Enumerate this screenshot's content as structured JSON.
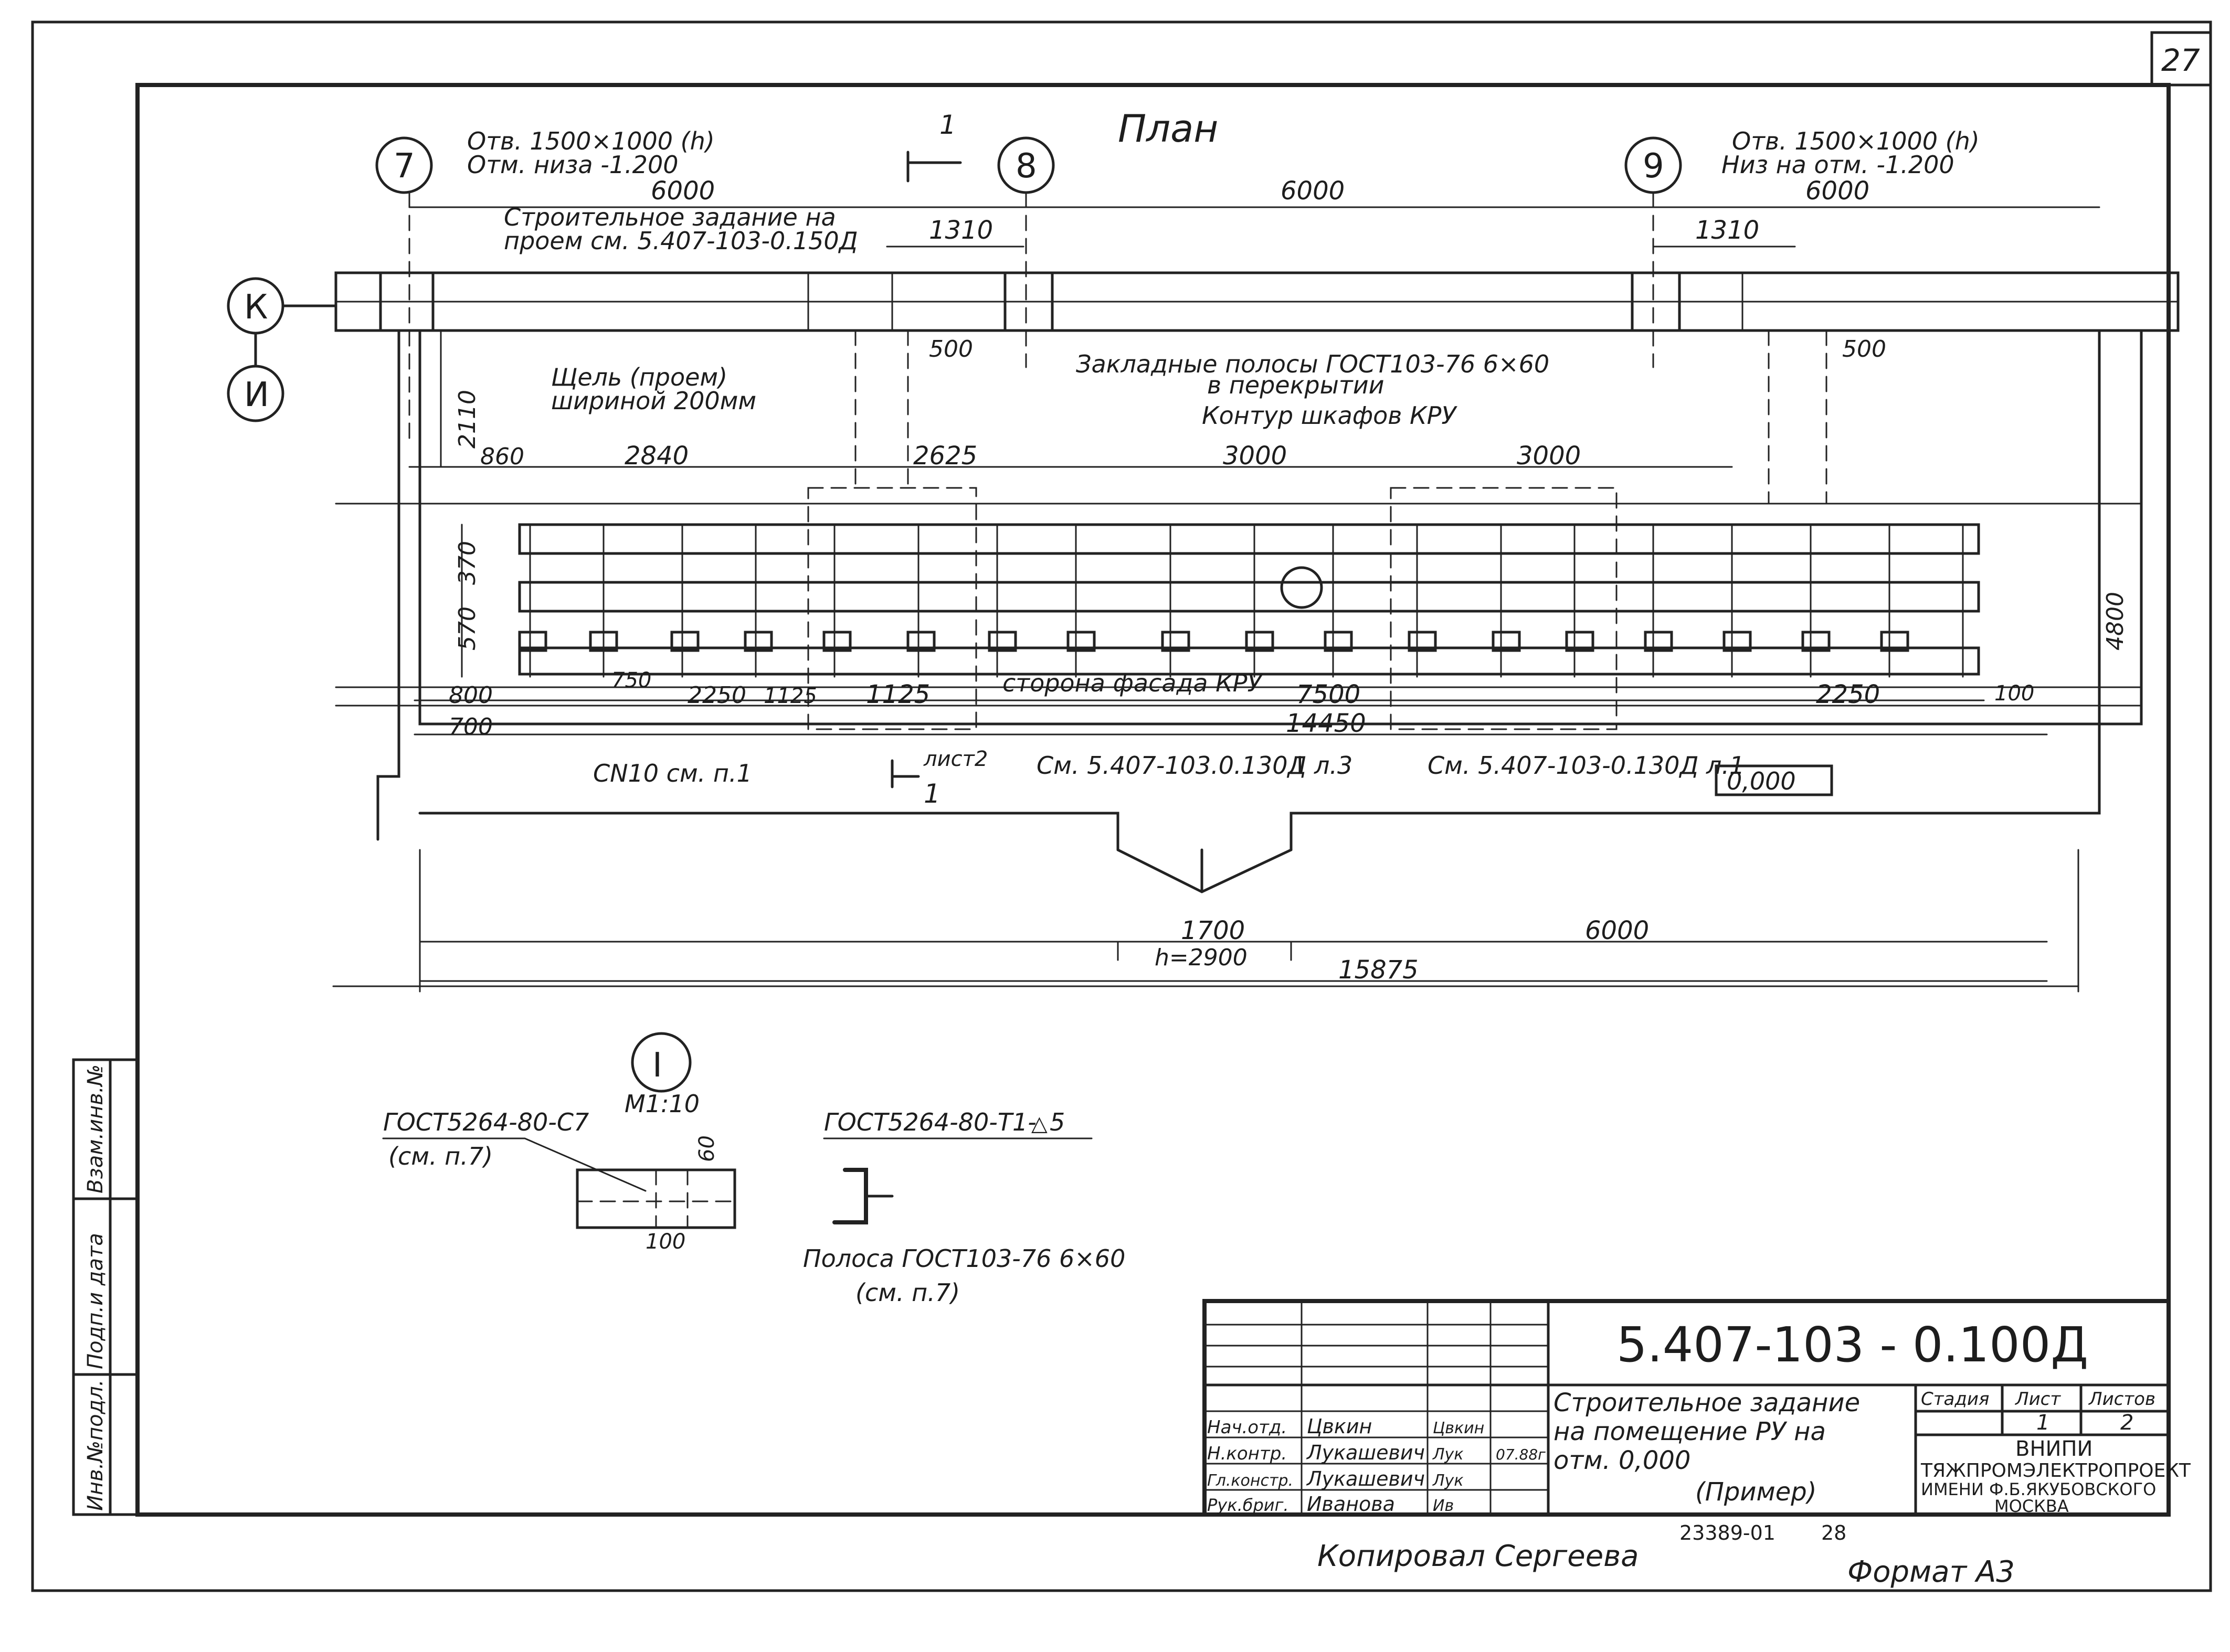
{
  "sheet_number": "27",
  "plan": {
    "title": "План",
    "section_mark": "1",
    "section_mark_sheet": "лист2",
    "axes": {
      "axis_7": "7",
      "axis_8": "8",
      "axis_9": "9",
      "axis_K": "К",
      "axis_I": "И"
    },
    "notes": {
      "opening_left_line1": "Отв. 1500×1000 (h)",
      "opening_left_line2": "Отм. низа -1.200",
      "opening_right_line1": "Отв. 1500×1000 (h)",
      "opening_right_line2": "Низ на отм. -1.200",
      "assignment_line1": "Строительное задание на",
      "assignment_line2": "проем см. 5.407-103-0.150Д",
      "embedded_line1": "Закладные полосы ГОСТ103-76 6×60",
      "embedded_line2": "в перекрытии",
      "slot_line1": "Щель (проем)",
      "slot_line2": "шириной 200мм",
      "cabinet_contour": "Контур шкафов КРУ",
      "facade_side": "сторона фасада КРУ",
      "ref_sn10": "СN10 см. п.1",
      "ref_sheet3": "См. 5.407-103.0.130Д л.3",
      "ref_sheet1": "См. 5.407-103-0.130Д л.1",
      "detail_ref": "I",
      "level_mark": "0,000"
    },
    "dimensions": {
      "d6000_left": "6000",
      "d6000_mid": "6000",
      "d6000_right": "6000",
      "d1310_left": "1310",
      "d1310_right": "1310",
      "d500_left": "500",
      "d500_right": "500",
      "d2110": "2110",
      "d860": "860",
      "d2840": "2840",
      "d2625": "2625",
      "d3000_a": "3000",
      "d3000_b": "3000",
      "d370": "370",
      "d570": "570",
      "d4800": "4800",
      "d800": "800",
      "d700": "700",
      "d750": "750",
      "d2250_left": "2250",
      "d1125_small": "1125",
      "d1125": "1125",
      "d7500": "7500",
      "d14450": "14450",
      "d2250_right": "2250",
      "d100": "100",
      "d1700": "1700",
      "h2900": "h=2900",
      "d6000_bottom": "6000",
      "d15875": "15875"
    }
  },
  "detail": {
    "mark": "I",
    "scale": "М1:10",
    "gost_channel": "ГОСТ5264-80-С7",
    "gost_channel_note": "(см. п.7)",
    "dim_60": "60",
    "dim_100": "100",
    "gost_weld": "ГОСТ5264-80-Т1-",
    "weld_leg": "5",
    "strip_line1": "Полоса ГОСТ103-76 6×60",
    "strip_line2": "(см. п.7)"
  },
  "side_stamp": {
    "inv_podl": "Инв.№подл.",
    "sign_date": "Подп.и дата",
    "vzam_inv": "Взам.инв.№"
  },
  "title_block": {
    "doc_code": "5.407-103 - 0.100Д",
    "title_line1": "Строительное задание",
    "title_line2": "на помещение РУ на",
    "title_line3": "отм. 0,000",
    "title_line4": "(Пример)",
    "stage_header": "Стадия",
    "sheet_header": "Лист",
    "sheets_header": "Листов",
    "sheet_value": "1",
    "sheets_value": "2",
    "org_line1": "ВНИПИ",
    "org_line2": "ТЯЖПРОМЭЛЕКТРОПРОЕКТ",
    "org_line3": "ИМЕНИ Ф.Б.ЯКУБОВСКОГО",
    "org_line4": "МОСКВА",
    "signatures": [
      {
        "role": "Нач.отд.",
        "name": "Цвкин",
        "sign": "Цвкин",
        "date": ""
      },
      {
        "role": "Н.контр.",
        "name": "Лукашевич",
        "sign": "Лук",
        "date": "07.88г"
      },
      {
        "role": "Гл.констр.",
        "name": "Лукашевич",
        "sign": "Лук",
        "date": ""
      },
      {
        "role": "Рук.бриг.",
        "name": "Иванова",
        "sign": "Ив",
        "date": ""
      }
    ],
    "archive_number": "23389-01",
    "page_number": "28",
    "copied_by": "Копировал Сергеева",
    "format": "Формат А3"
  }
}
